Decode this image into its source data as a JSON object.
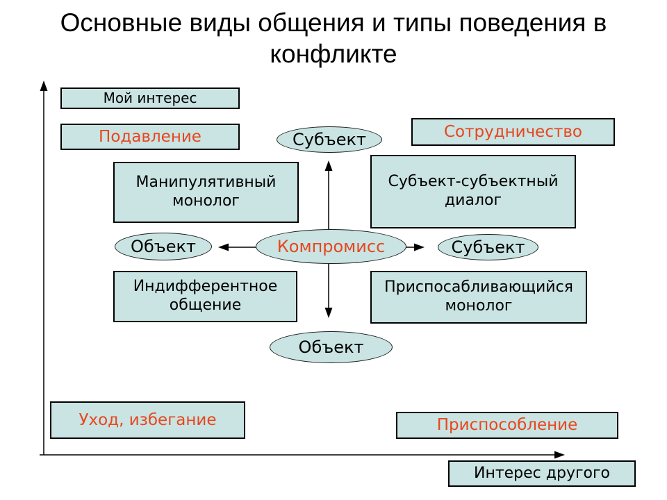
{
  "title": "Основные виды общения и типы поведения в конфликте",
  "colors": {
    "shape_fill": "#c9e4e2",
    "shape_border": "#000000",
    "accent_text": "#e8461f",
    "text": "#000000",
    "background": "#ffffff"
  },
  "boxes": [
    {
      "id": "my-interest",
      "label": "Мой интерес"
    },
    {
      "id": "suppression",
      "label": "Подавление"
    },
    {
      "id": "cooperation",
      "label": "Сотрудничество"
    },
    {
      "id": "manipulative-monologue",
      "label": "Манипулятивный\nмонолог"
    },
    {
      "id": "subject-subject-dialogue",
      "label": "Субъект-субъектный\nдиалог"
    },
    {
      "id": "indifferent-communication",
      "label": "Индифферентное\nобщение"
    },
    {
      "id": "adapting-monologue",
      "label": "Приспосабливающийся\nмонолог"
    },
    {
      "id": "avoidance",
      "label": "Уход, избегание"
    },
    {
      "id": "accommodation",
      "label": "Приспособление"
    },
    {
      "id": "other-interest",
      "label": "Интерес другого"
    }
  ],
  "ellipses": [
    {
      "id": "subject-top",
      "label": "Субъект"
    },
    {
      "id": "object-left",
      "label": "Объект"
    },
    {
      "id": "compromise",
      "label": "Компромисс"
    },
    {
      "id": "subject-right",
      "label": "Субъект"
    },
    {
      "id": "object-bottom",
      "label": "Объект"
    }
  ]
}
